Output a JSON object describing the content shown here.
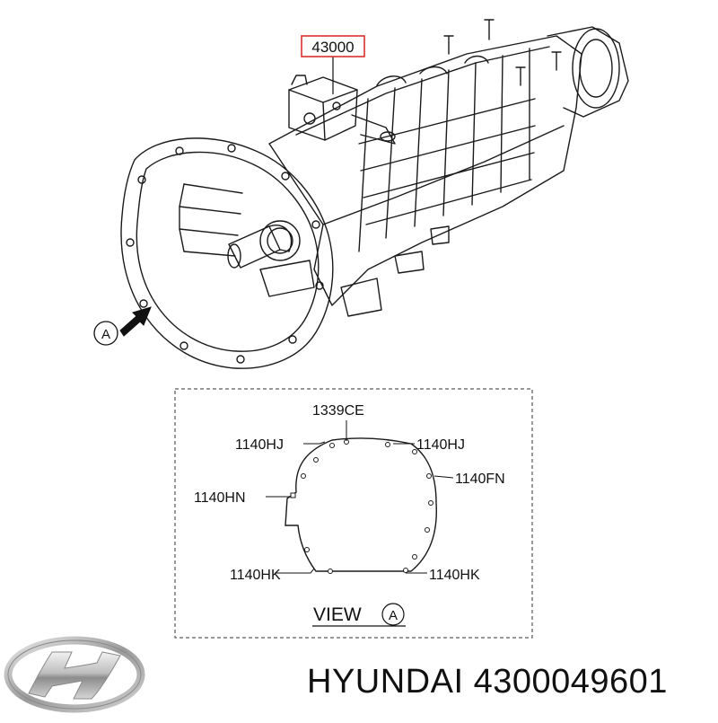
{
  "main_callout": {
    "part_number": "43000",
    "box_color": "#d9302c"
  },
  "view_marker": {
    "letter": "A"
  },
  "gasket_view": {
    "labels": {
      "top": "1339CE",
      "left_upper": "1140HJ",
      "right_upper": "1140HJ",
      "right_middle": "1140FN",
      "left_middle": "1140HN",
      "left_lower": "1140HK",
      "right_lower": "1140HK"
    },
    "view_word": "VIEW",
    "view_letter": "A"
  },
  "footer": {
    "brand_logo": "hyundai-logo-icon",
    "brand_name": "HYUNDAI",
    "part_number": "4300049601"
  }
}
